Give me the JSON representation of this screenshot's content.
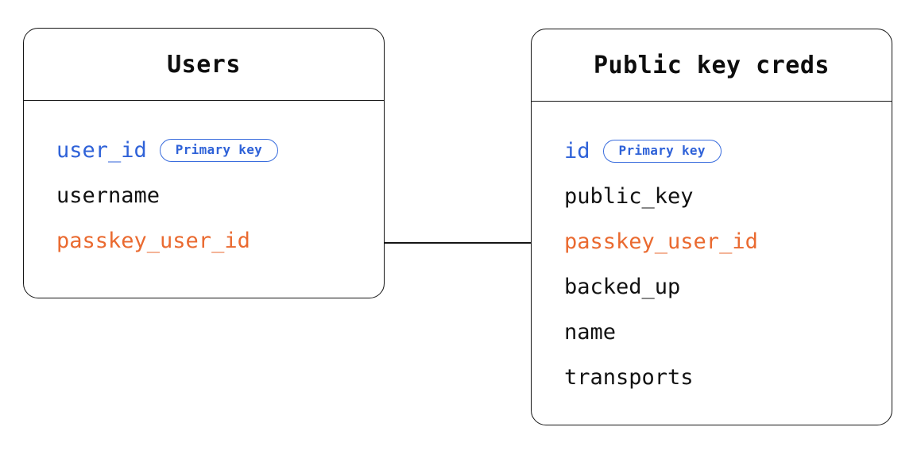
{
  "diagram": {
    "type": "entity-relationship",
    "background_color": "#ffffff",
    "accent_colors": {
      "primary_key": "#2f62d8",
      "foreign_key": "#ea6a30",
      "border": "#151515",
      "text": "#121212"
    },
    "entities": [
      {
        "id": "users",
        "title": "Users",
        "fields": [
          {
            "name": "user_id",
            "role": "primary-key",
            "badge": "Primary key"
          },
          {
            "name": "username",
            "role": "plain",
            "badge": null
          },
          {
            "name": "passkey_user_id",
            "role": "foreign-key",
            "badge": null
          }
        ]
      },
      {
        "id": "public_key_creds",
        "title": "Public key creds",
        "fields": [
          {
            "name": "id",
            "role": "primary-key",
            "badge": "Primary key"
          },
          {
            "name": "public_key",
            "role": "plain",
            "badge": null
          },
          {
            "name": "passkey_user_id",
            "role": "foreign-key",
            "badge": null
          },
          {
            "name": "backed_up",
            "role": "plain",
            "badge": null
          },
          {
            "name": "name",
            "role": "plain",
            "badge": null
          },
          {
            "name": "transports",
            "role": "plain",
            "badge": null
          }
        ]
      }
    ],
    "relationships": [
      {
        "from_entity": "users",
        "from_field": "passkey_user_id",
        "to_entity": "public_key_creds",
        "to_field": "passkey_user_id",
        "style": "solid-line"
      }
    ]
  }
}
